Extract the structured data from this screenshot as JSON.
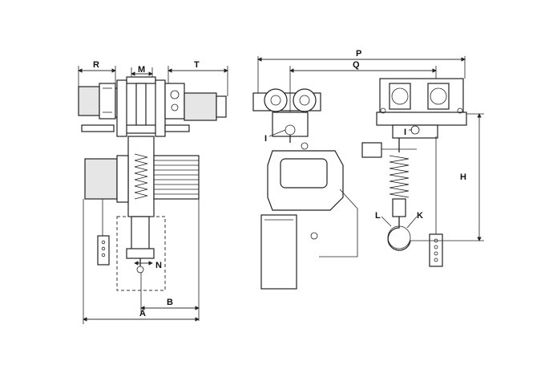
{
  "labels": {
    "R": "R",
    "M": "M",
    "T": "T",
    "N": "N",
    "B": "B",
    "A": "A",
    "P": "P",
    "Q": "Q",
    "H": "H",
    "I_left": "I",
    "I_right": "I",
    "L": "L",
    "K": "K"
  }
}
